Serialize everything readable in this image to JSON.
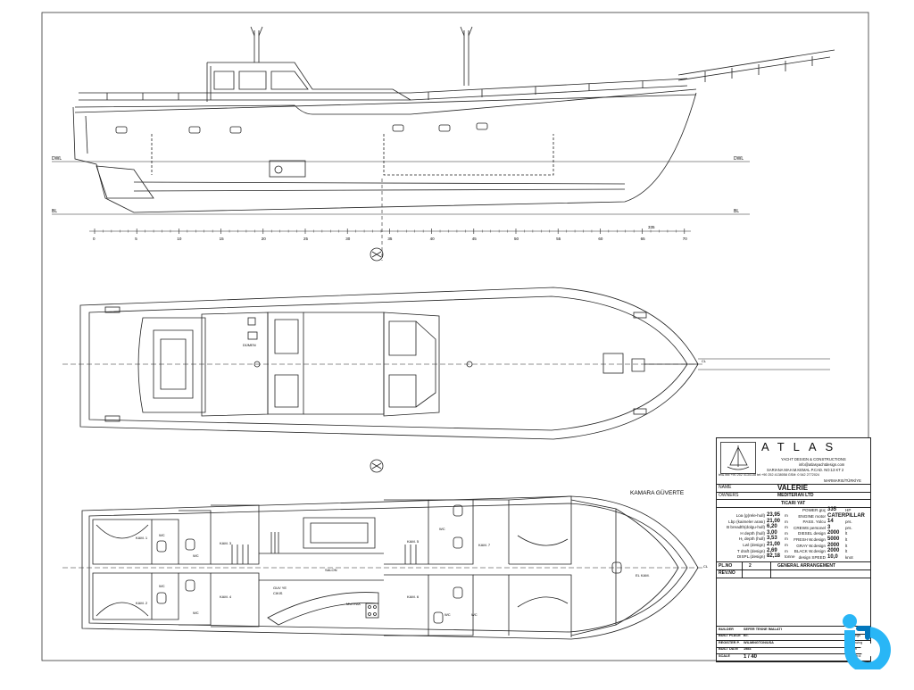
{
  "drawing": {
    "side_labels": {
      "dwl_left": "DWL",
      "dwl_right": "DWL",
      "bl_left": "BL",
      "bl_right": "BL",
      "dim": "335"
    },
    "ruler_ticks": [
      "0",
      "5",
      "10",
      "15",
      "20",
      "25",
      "30",
      "35",
      "40",
      "45",
      "50",
      "55",
      "60",
      "65",
      "70"
    ],
    "deck_labels": {
      "dumen": "DÜMEN",
      "cl_deck": "CL"
    },
    "plan_title": "KAMARA GÜVERTE",
    "rooms": {
      "kam1": "KAM. 1",
      "kam2": "KAM. 2",
      "kam3": "KAM. 3",
      "kam4": "KAM. 4",
      "kam5": "KAM. 5",
      "kam6": "KAM. 6",
      "kam7": "KAM. 7",
      "wc": "WC",
      "salon": "SALON",
      "mutfak": "MUTFAK",
      "guv": "GUV YE",
      "cikis": "CIKIS",
      "elkam": "EL KAM.",
      "cl_plan": "CL"
    }
  },
  "title_block": {
    "brand": "ATLAS",
    "subtitle": "YACHT DESIGN & CONSTRUCTIONS",
    "email": "info@atlasyachtdesign.com",
    "address": "SARIANA MAH.M.KEMAL P.CAD. NO:13 KT 2",
    "phone": "tel& fax:+90 252 4134138 tel:+90 252 4138058 GSM: 0 542 2772024",
    "city": "MARMARIS/TÜRKİYE",
    "name_label": "NAME",
    "name_value": "VALERIE",
    "owners_label": "OWNERS",
    "owners_value": "MEDITERAN LTD",
    "type_value": "TICARI YAT",
    "specs_left": [
      {
        "label": "Loa (g(rele-hull)",
        "value": "23,95",
        "unit": "m"
      },
      {
        "label": "Lbp (kaimeler arası)",
        "value": "21,00",
        "unit": "m"
      },
      {
        "label": "B breadth(dolgu-hull)",
        "value": "6,20",
        "unit": "m"
      },
      {
        "label": "H depth (hull)",
        "value": "3,00",
        "unit": "m"
      },
      {
        "label": "H₁ depth (hull)",
        "value": "3,53",
        "unit": "m"
      },
      {
        "label": "Lwl (design)",
        "value": "21,00",
        "unit": "m"
      },
      {
        "label": "T draft (design)",
        "value": "2,69",
        "unit": "m"
      },
      {
        "label": "DISPL.(design)",
        "value": "82,18",
        "unit": "tonne"
      }
    ],
    "specs_right": [
      {
        "label": "POWER güç",
        "value": "335",
        "unit": "HP"
      },
      {
        "label": "ENGINE motor",
        "value": "CATERPILLAR",
        "unit": ""
      },
      {
        "label": "PASS. Yolcu",
        "value": "14",
        "unit": "prs."
      },
      {
        "label": "CREWS personel",
        "value": "3",
        "unit": "prs."
      },
      {
        "label": "DIESEL design",
        "value": "2000",
        "unit": "lt"
      },
      {
        "label": "FRESH W.design",
        "value": "5000",
        "unit": "lt"
      },
      {
        "label": "GRAY W.design",
        "value": "2000",
        "unit": "lt"
      },
      {
        "label": "BLACK W.design",
        "value": "2000",
        "unit": "lt"
      },
      {
        "label": "design SPEED",
        "value": "10,0",
        "unit": "knot"
      }
    ],
    "plno_label": "PL.NO",
    "plno_value": "2",
    "plan_name": "GENERAL ARRANGEMENT",
    "revno_label": "REV.NO",
    "bottom_rows": [
      {
        "label": "BUILDER",
        "value": "SEFER TEKNE İMALATI",
        "note": ""
      },
      {
        "label": "BUILT PLACE",
        "value": "BT.",
        "note": "design"
      },
      {
        "label": "REGISTER P.",
        "value": "WILMINGTON/USA",
        "note": "drawing"
      },
      {
        "label": "BUILT DATE",
        "value": "1984",
        "note": "sign"
      },
      {
        "label": "SCALE",
        "value": "1 / 40",
        "note": "control"
      }
    ]
  },
  "colors": {
    "line": "#222222",
    "badge_light": "#29b6f6",
    "badge_dark": "#0277bd"
  }
}
